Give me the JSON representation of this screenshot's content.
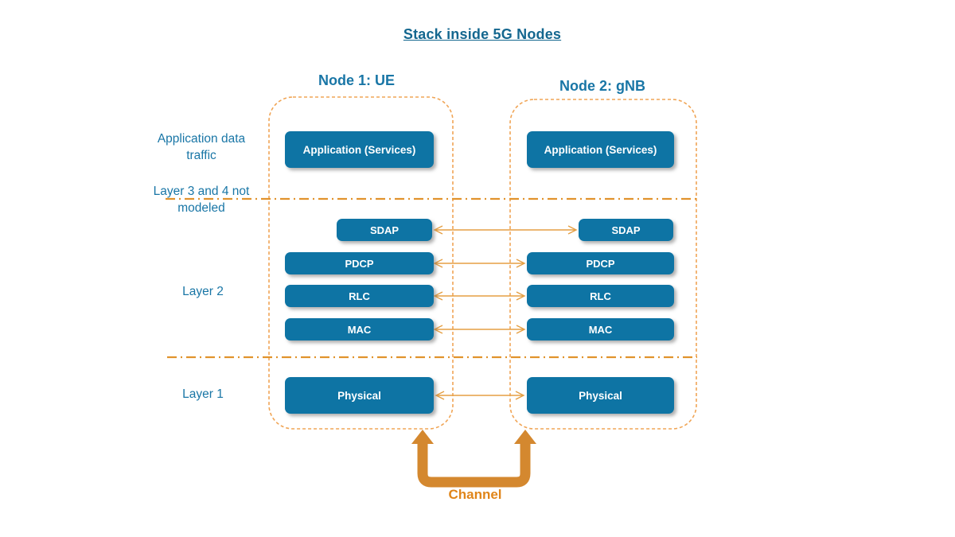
{
  "title": "Stack inside 5G Nodes",
  "nodes": [
    {
      "title": "Node 1: UE",
      "layers": [
        "Application (Services)",
        "SDAP",
        "PDCP",
        "RLC",
        "MAC",
        "Physical"
      ]
    },
    {
      "title": "Node 2: gNB",
      "layers": [
        "Application (Services)",
        "SDAP",
        "PDCP",
        "RLC",
        "MAC",
        "Physical"
      ]
    }
  ],
  "annotations": {
    "application_traffic": "Application data\ntraffic",
    "layer34": "Layer 3 and 4 not\nmodeled",
    "layer2": "Layer 2",
    "layer1": "Layer 1",
    "channel": "Channel"
  },
  "colors": {
    "box_fill": "#0E74A4",
    "title_text": "#14678F",
    "label_text": "#1976A6",
    "node_border_dash": "#F0A556",
    "divider_dash_dot": "#E1932D",
    "arrow": "#E59F44",
    "channel_connector": "#D4882F",
    "channel_text": "#E08519"
  }
}
